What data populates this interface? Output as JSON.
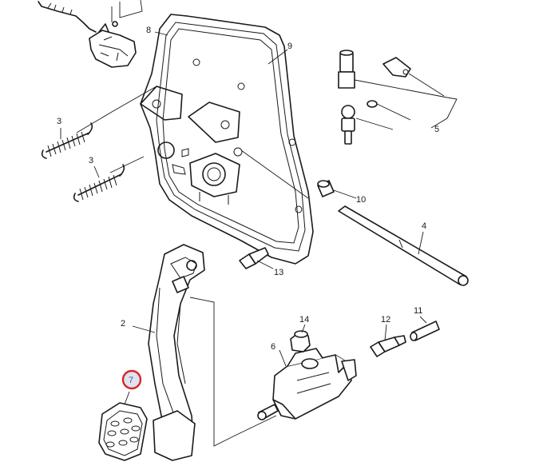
{
  "callouts": [
    {
      "id": "c8",
      "label": "8"
    },
    {
      "id": "c9",
      "label": "9"
    },
    {
      "id": "c3a",
      "label": "3"
    },
    {
      "id": "c3b",
      "label": "3"
    },
    {
      "id": "c5",
      "label": "5"
    },
    {
      "id": "c10",
      "label": "10"
    },
    {
      "id": "c4",
      "label": "4"
    },
    {
      "id": "c13",
      "label": "13"
    },
    {
      "id": "c2",
      "label": "2"
    },
    {
      "id": "c14",
      "label": "14"
    },
    {
      "id": "c12",
      "label": "12"
    },
    {
      "id": "c11",
      "label": "11"
    },
    {
      "id": "c6",
      "label": "6"
    },
    {
      "id": "c7",
      "label": "7"
    }
  ],
  "highlighted": "7",
  "colors": {
    "highlight_ring": "#d6262e",
    "highlight_fill": "#dfe3ee",
    "line": "#1a1a1a"
  }
}
